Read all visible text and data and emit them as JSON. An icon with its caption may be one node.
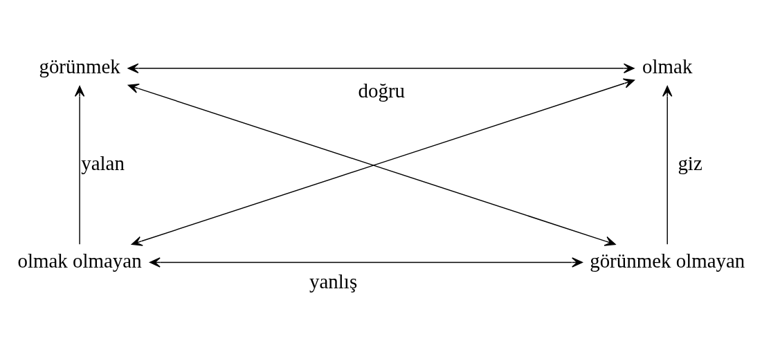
{
  "diagram": {
    "nodes": [
      {
        "text": [
          "görünmek"
        ]
      },
      {
        "text": [
          "olmak"
        ]
      },
      {
        "text": [
          "olmak olmayan"
        ]
      },
      {
        "text": [
          "görünmek olmayan"
        ]
      }
    ],
    "edges": [
      {
        "from": 0,
        "to": 1,
        "arrow": "both",
        "label": "doğru"
      },
      {
        "from": 2,
        "to": 0,
        "arrow": "to",
        "label": "yalan"
      },
      {
        "from": 0,
        "to": 3,
        "arrow": "both"
      },
      {
        "from": 1,
        "to": 2,
        "arrow": "both"
      },
      {
        "from": 3,
        "to": 1,
        "arrow": "to",
        "label": "giz"
      },
      {
        "from": 2,
        "to": 3,
        "arrow": "both",
        "label": "yanlış"
      }
    ]
  }
}
